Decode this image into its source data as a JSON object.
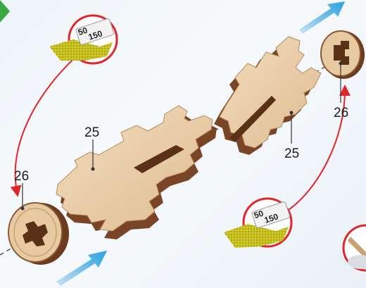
{
  "labels": {
    "part_25_left": "25",
    "part_25_right": "25",
    "part_26_left": "26",
    "part_26_right": "26"
  },
  "sandpaper": {
    "grit_top": "150",
    "grit_top_partial": "50",
    "grit_bottom": "150",
    "grit_bottom_partial": "50"
  },
  "colors": {
    "wood_light": "#e8c9a1",
    "wood_edge": "#6b3a1f",
    "arrow_blue": "#2aa3e0",
    "circle_red": "#e0262b",
    "grit_yellow": "#c9c21e"
  },
  "icons": [
    "sandpaper-icon",
    "direction-arrow-icon",
    "wooden-disc-icon",
    "glue-brush-icon"
  ]
}
